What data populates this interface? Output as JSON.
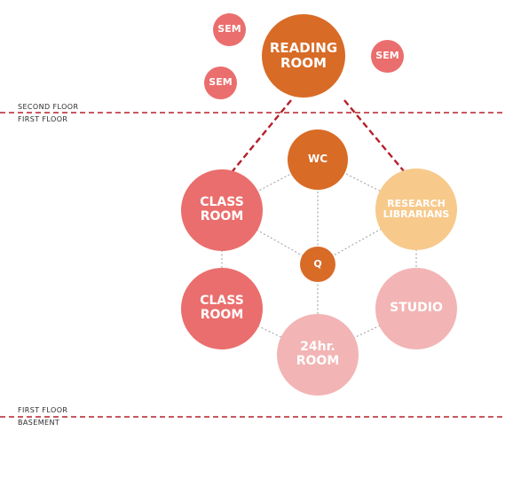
{
  "floors": {
    "upper_top": "SECOND FLOOR",
    "upper_bottom": "FIRST FLOOR",
    "lower_top": "FIRST FLOOR",
    "lower_bottom": "BASEMENT"
  },
  "nodes": {
    "reading_room": {
      "label": "READING\nROOM",
      "color": "#d86b26"
    },
    "sem_1": {
      "label": "SEM",
      "color": "#ea6e6d"
    },
    "sem_2": {
      "label": "SEM",
      "color": "#ea6e6d"
    },
    "sem_3": {
      "label": "SEM",
      "color": "#ea6e6d"
    },
    "wc": {
      "label": "WC",
      "color": "#d86b26"
    },
    "class_room_1": {
      "label": "CLASS\nROOM",
      "color": "#ea6e6d"
    },
    "research_librarians": {
      "label": "RESEARCH\nLIBRARIANS",
      "color": "#f7c98b"
    },
    "q": {
      "label": "Q",
      "color": "#d86b26"
    },
    "class_room_2": {
      "label": "CLASS\nROOM",
      "color": "#ea6e6d"
    },
    "studio": {
      "label": "STUDIO",
      "color": "#f2b4b4"
    },
    "room_24hr": {
      "label": "24hr.\nROOM",
      "color": "#f2b4b4"
    }
  },
  "colors": {
    "floor_line": "#b5202a",
    "connector_red": "#b5202a",
    "connector_gray": "#9b9b9b"
  }
}
